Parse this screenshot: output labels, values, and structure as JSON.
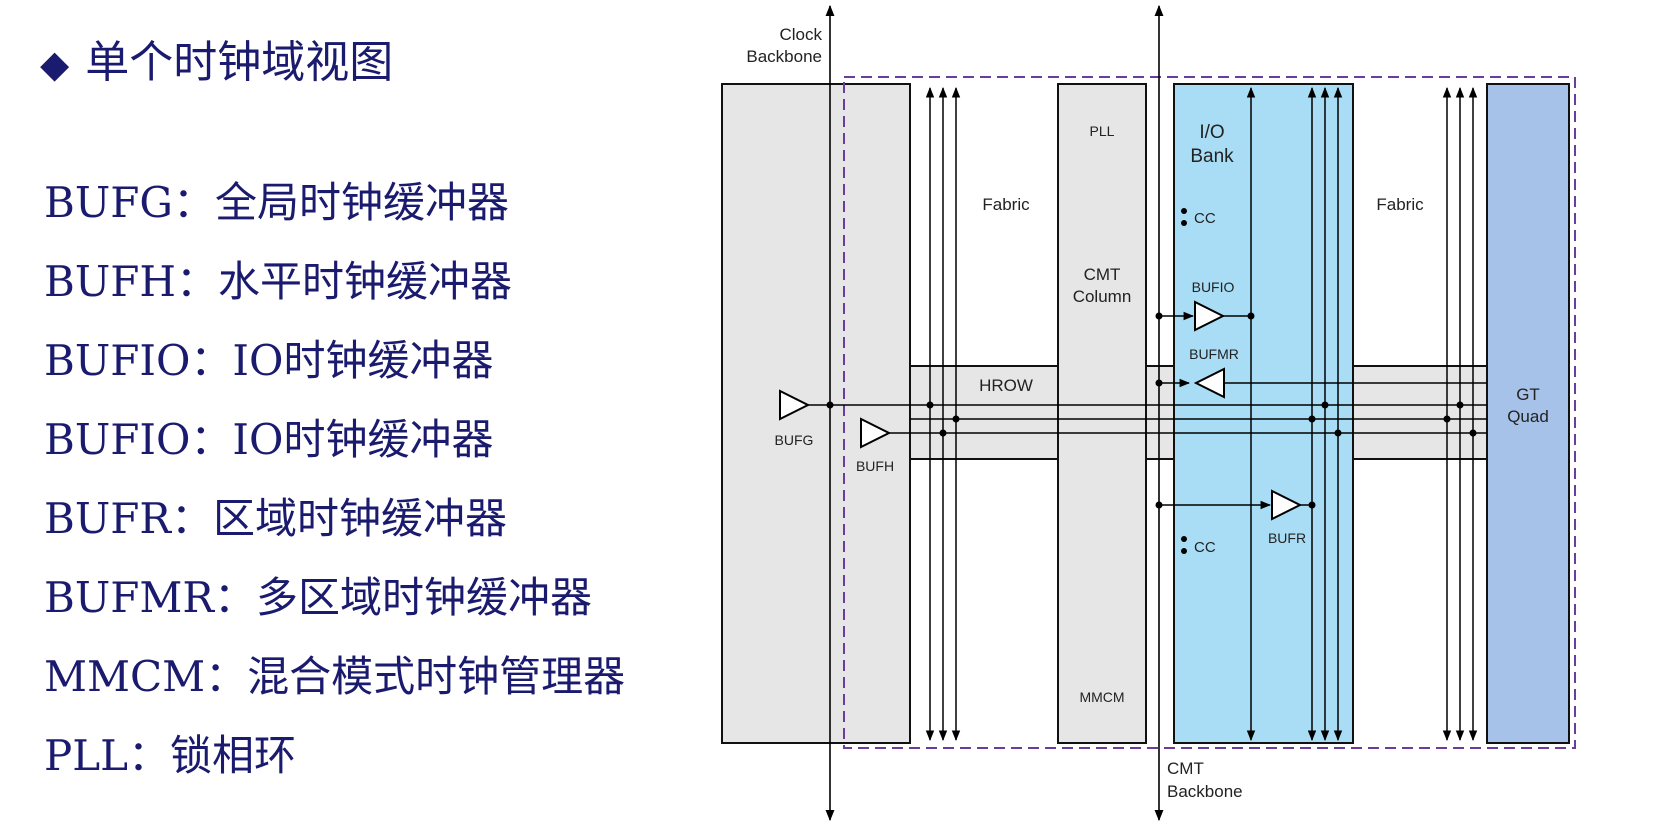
{
  "title": "单个时钟域视图",
  "bullet_symbol": "◆",
  "definitions": [
    "BUFG：全局时钟缓冲器",
    "BUFH：水平时钟缓冲器",
    "BUFIO：IO时钟缓冲器",
    "BUFIO：IO时钟缓冲器",
    "BUFR：区域时钟缓冲器",
    "BUFMR：多区域时钟缓冲器",
    "MMCM：混合模式时钟管理器",
    "PLL：锁相环"
  ],
  "diagram": {
    "clock_backbone": [
      "Clock",
      "Backbone"
    ],
    "cmt_backbone": [
      "CMT",
      "Backbone"
    ],
    "fabric_left": "Fabric",
    "fabric_right": "Fabric",
    "hrow": "HROW",
    "pll": "PLL",
    "cmt_column": [
      "CMT",
      "Column"
    ],
    "mmcm": "MMCM",
    "io_bank": [
      "I/O",
      "Bank"
    ],
    "cc_top": "CC",
    "cc_bottom": "CC",
    "bufio": "BUFIO",
    "bufmr": "BUFMR",
    "bufr": "BUFR",
    "bufg": "BUFG",
    "bufh": "BUFH",
    "gt_quad": [
      "GT",
      "Quad"
    ],
    "colors": {
      "column_fill": "#e6e6e6",
      "io_bank_fill": "#a9ddf5",
      "gt_quad_fill": "#a6c2e8",
      "region_border": "#6a3d9a",
      "title_text": "#1a1a6e"
    }
  }
}
